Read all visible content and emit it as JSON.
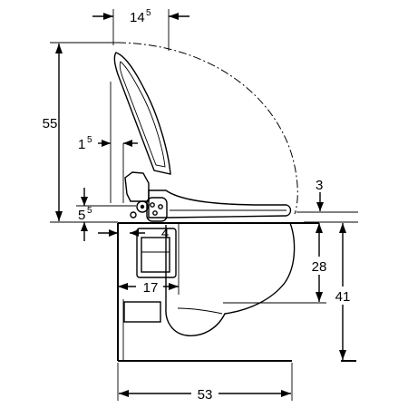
{
  "dimensions": {
    "seat_offset": {
      "main": "14",
      "sup": "5"
    },
    "lid_height": "55",
    "hinge_gap": {
      "main": "1",
      "sup": "5"
    },
    "seat_drop": "3",
    "rim_offset": {
      "main": "5",
      "sup": "5"
    },
    "button_offset": "4",
    "fixing_height": "28",
    "total_height": "41",
    "bolt_spacing": "17",
    "projection": "53"
  }
}
